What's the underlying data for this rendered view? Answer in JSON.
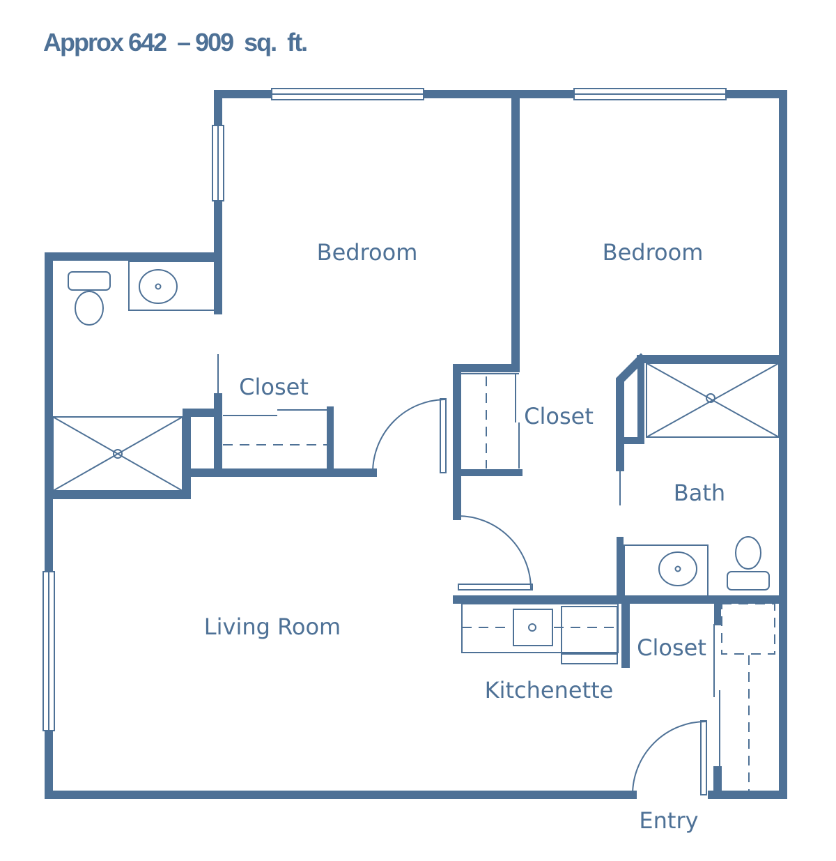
{
  "title": "Approx 642  – 909  sq.  ft.",
  "colors": {
    "wall": "#4e7196",
    "text": "#4e7196",
    "background": "#ffffff"
  },
  "rooms": {
    "bedroom_left": "Bedroom",
    "bedroom_right": "Bedroom",
    "closet_left": "Closet",
    "closet_center": "Closet",
    "bath": "Bath",
    "living_room": "Living Room",
    "closet_entry": "Closet",
    "kitchenette": "Kitchenette",
    "entry": "Entry"
  }
}
